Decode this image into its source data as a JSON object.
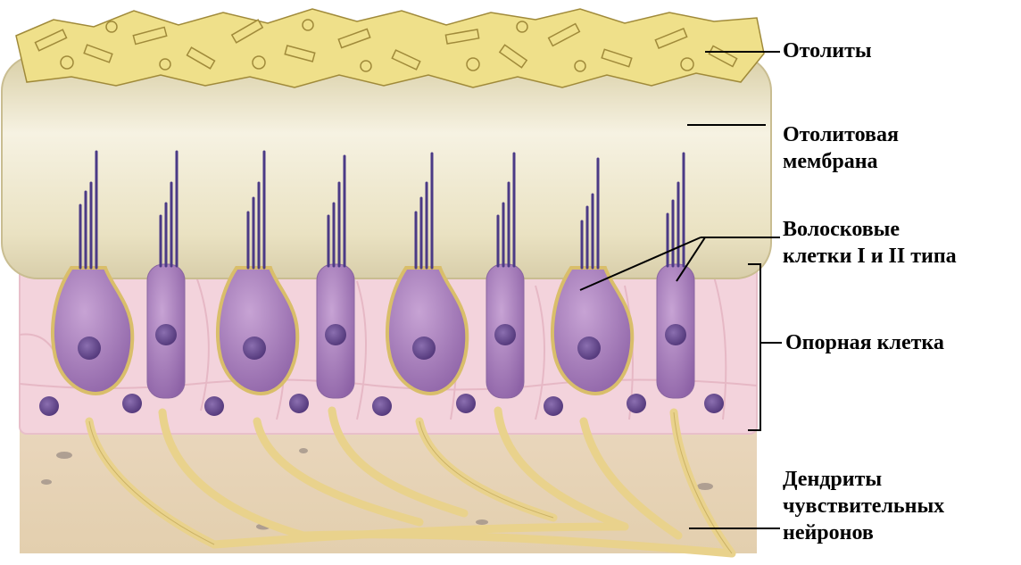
{
  "labels": {
    "otolity": "Отолиты",
    "membrana_1": "Отолитовая",
    "membrana_2": "мембрана",
    "volosk_1": "Волосковые",
    "volosk_2": "клетки I и II типа",
    "opornaya": "Опорная клетка",
    "dendrity_1": "Дендриты",
    "dendrity_2": "чувствительных",
    "dendrity_3": "нейронов"
  },
  "colors": {
    "otolith": "#efe08a",
    "membrane": "#ede6c8",
    "support_tissue": "#f4d4dc",
    "hair_cell": "#a57bb8",
    "nucleus": "#6c4a93",
    "dendrite": "#e9d28c",
    "connective": "#e6d2b5",
    "line": "#000000"
  }
}
